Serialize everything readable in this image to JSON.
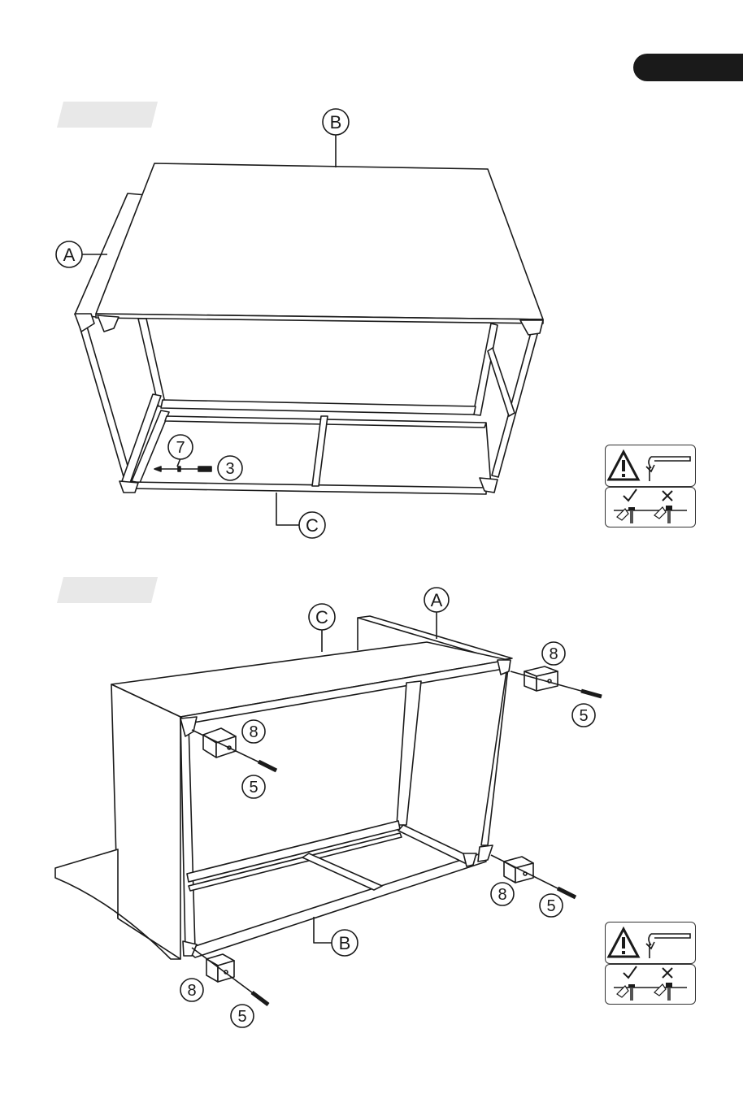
{
  "callouts": {
    "step1": {
      "part_b": "B",
      "part_a": "A",
      "part_c": "C",
      "fitting_7": "7",
      "fitting_3": "3"
    },
    "step2": {
      "part_c": "C",
      "part_a": "A",
      "part_b": "B",
      "fitting_8_a": "8",
      "fitting_8_b": "8",
      "fitting_8_c": "8",
      "fitting_8_d": "8",
      "fitting_5_a": "5",
      "fitting_5_b": "5",
      "fitting_5_c": "5",
      "fitting_5_d": "5"
    }
  },
  "icons": {
    "warning": "warning-triangle-icon",
    "tool": "allen-key-icon",
    "correct": "check-mark-icon",
    "incorrect": "cross-mark-icon"
  },
  "colors": {
    "ink": "#1a1a1a",
    "step_tab": "#e8e8e8",
    "page_tab": "#1a1a1a"
  }
}
